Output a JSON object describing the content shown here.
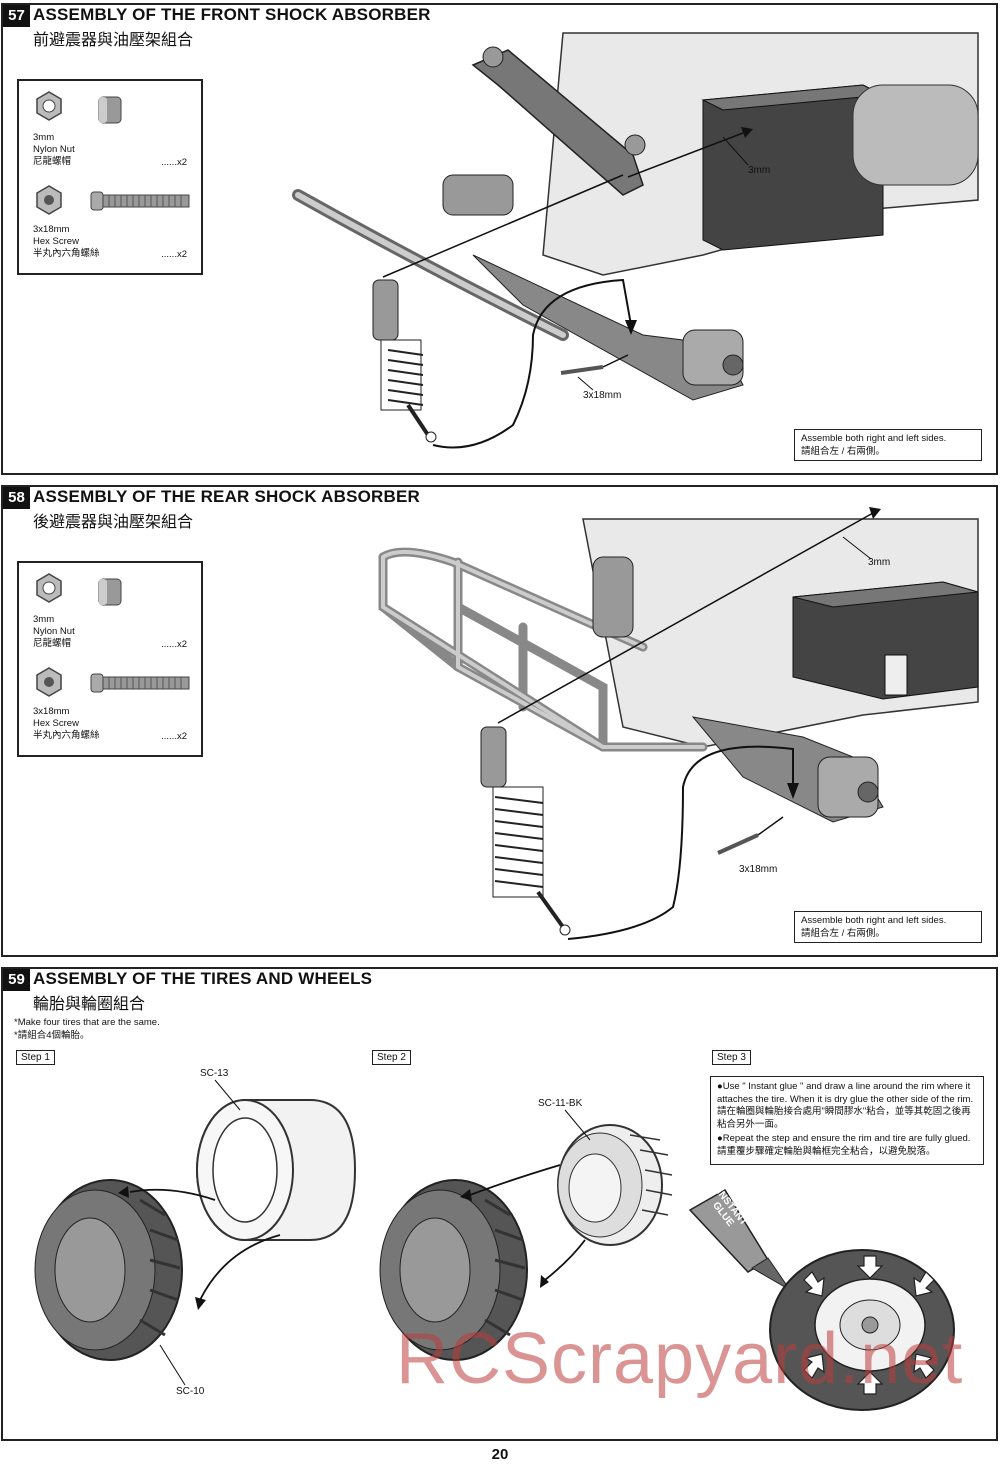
{
  "steps": [
    {
      "number": "57",
      "title_en": "ASSEMBLY OF THE FRONT SHOCK ABSORBER",
      "title_zh": "前避震器與油壓架組合",
      "parts": [
        {
          "size": "3mm",
          "name": "Nylon Nut",
          "name_zh": "尼龍螺帽",
          "qty": "......x2"
        },
        {
          "size": "3x18mm",
          "name": "Hex Screw",
          "name_zh": "半丸內六角螺絲",
          "qty": "......x2"
        }
      ],
      "callouts": {
        "nut": "3mm",
        "screw": "3x18mm"
      },
      "note_en": "Assemble both right and left sides.",
      "note_zh": "請組合左 / 右兩側。"
    },
    {
      "number": "58",
      "title_en": "ASSEMBLY OF THE REAR SHOCK ABSORBER",
      "title_zh": "後避震器與油壓架組合",
      "parts": [
        {
          "size": "3mm",
          "name": "Nylon Nut",
          "name_zh": "尼龍螺帽",
          "qty": "......x2"
        },
        {
          "size": "3x18mm",
          "name": "Hex Screw",
          "name_zh": "半丸內六角螺絲",
          "qty": "......x2"
        }
      ],
      "callouts": {
        "nut": "3mm",
        "screw": "3x18mm"
      },
      "note_en": "Assemble both right and left sides.",
      "note_zh": "請組合左 / 右兩側。"
    },
    {
      "number": "59",
      "title_en": "ASSEMBLY OF THE TIRES AND WHEELS",
      "title_zh": "輪胎與輪圈組合",
      "note_en": "*Make four tires that are the same.",
      "note_zh": "*請組合4個輪胎。",
      "step_labels": [
        "Step 1",
        "Step 2",
        "Step 3"
      ],
      "part_labels": {
        "foam": "SC-13",
        "tire": "SC-10",
        "rim": "SC-11-BK"
      },
      "glue_label_1": "INSTANT",
      "glue_label_2": "GLUE",
      "instructions": [
        {
          "en": "Use \" Instant glue \" and draw a line around the rim where it attaches the tire. When it is dry glue the other side of the rim.",
          "zh": "請在輪圈與輪胎接合處用\"瞬間膠水\"粘合，並等其乾固之後再粘合另外一面。"
        },
        {
          "en": "Repeat the step and ensure the rim and tire are fully glued.",
          "zh": "請重覆步驟確定輪胎與輪框完全粘合，以避免脫落。"
        }
      ]
    }
  ],
  "watermark": "RCScrapyard.net",
  "page_number": "20"
}
